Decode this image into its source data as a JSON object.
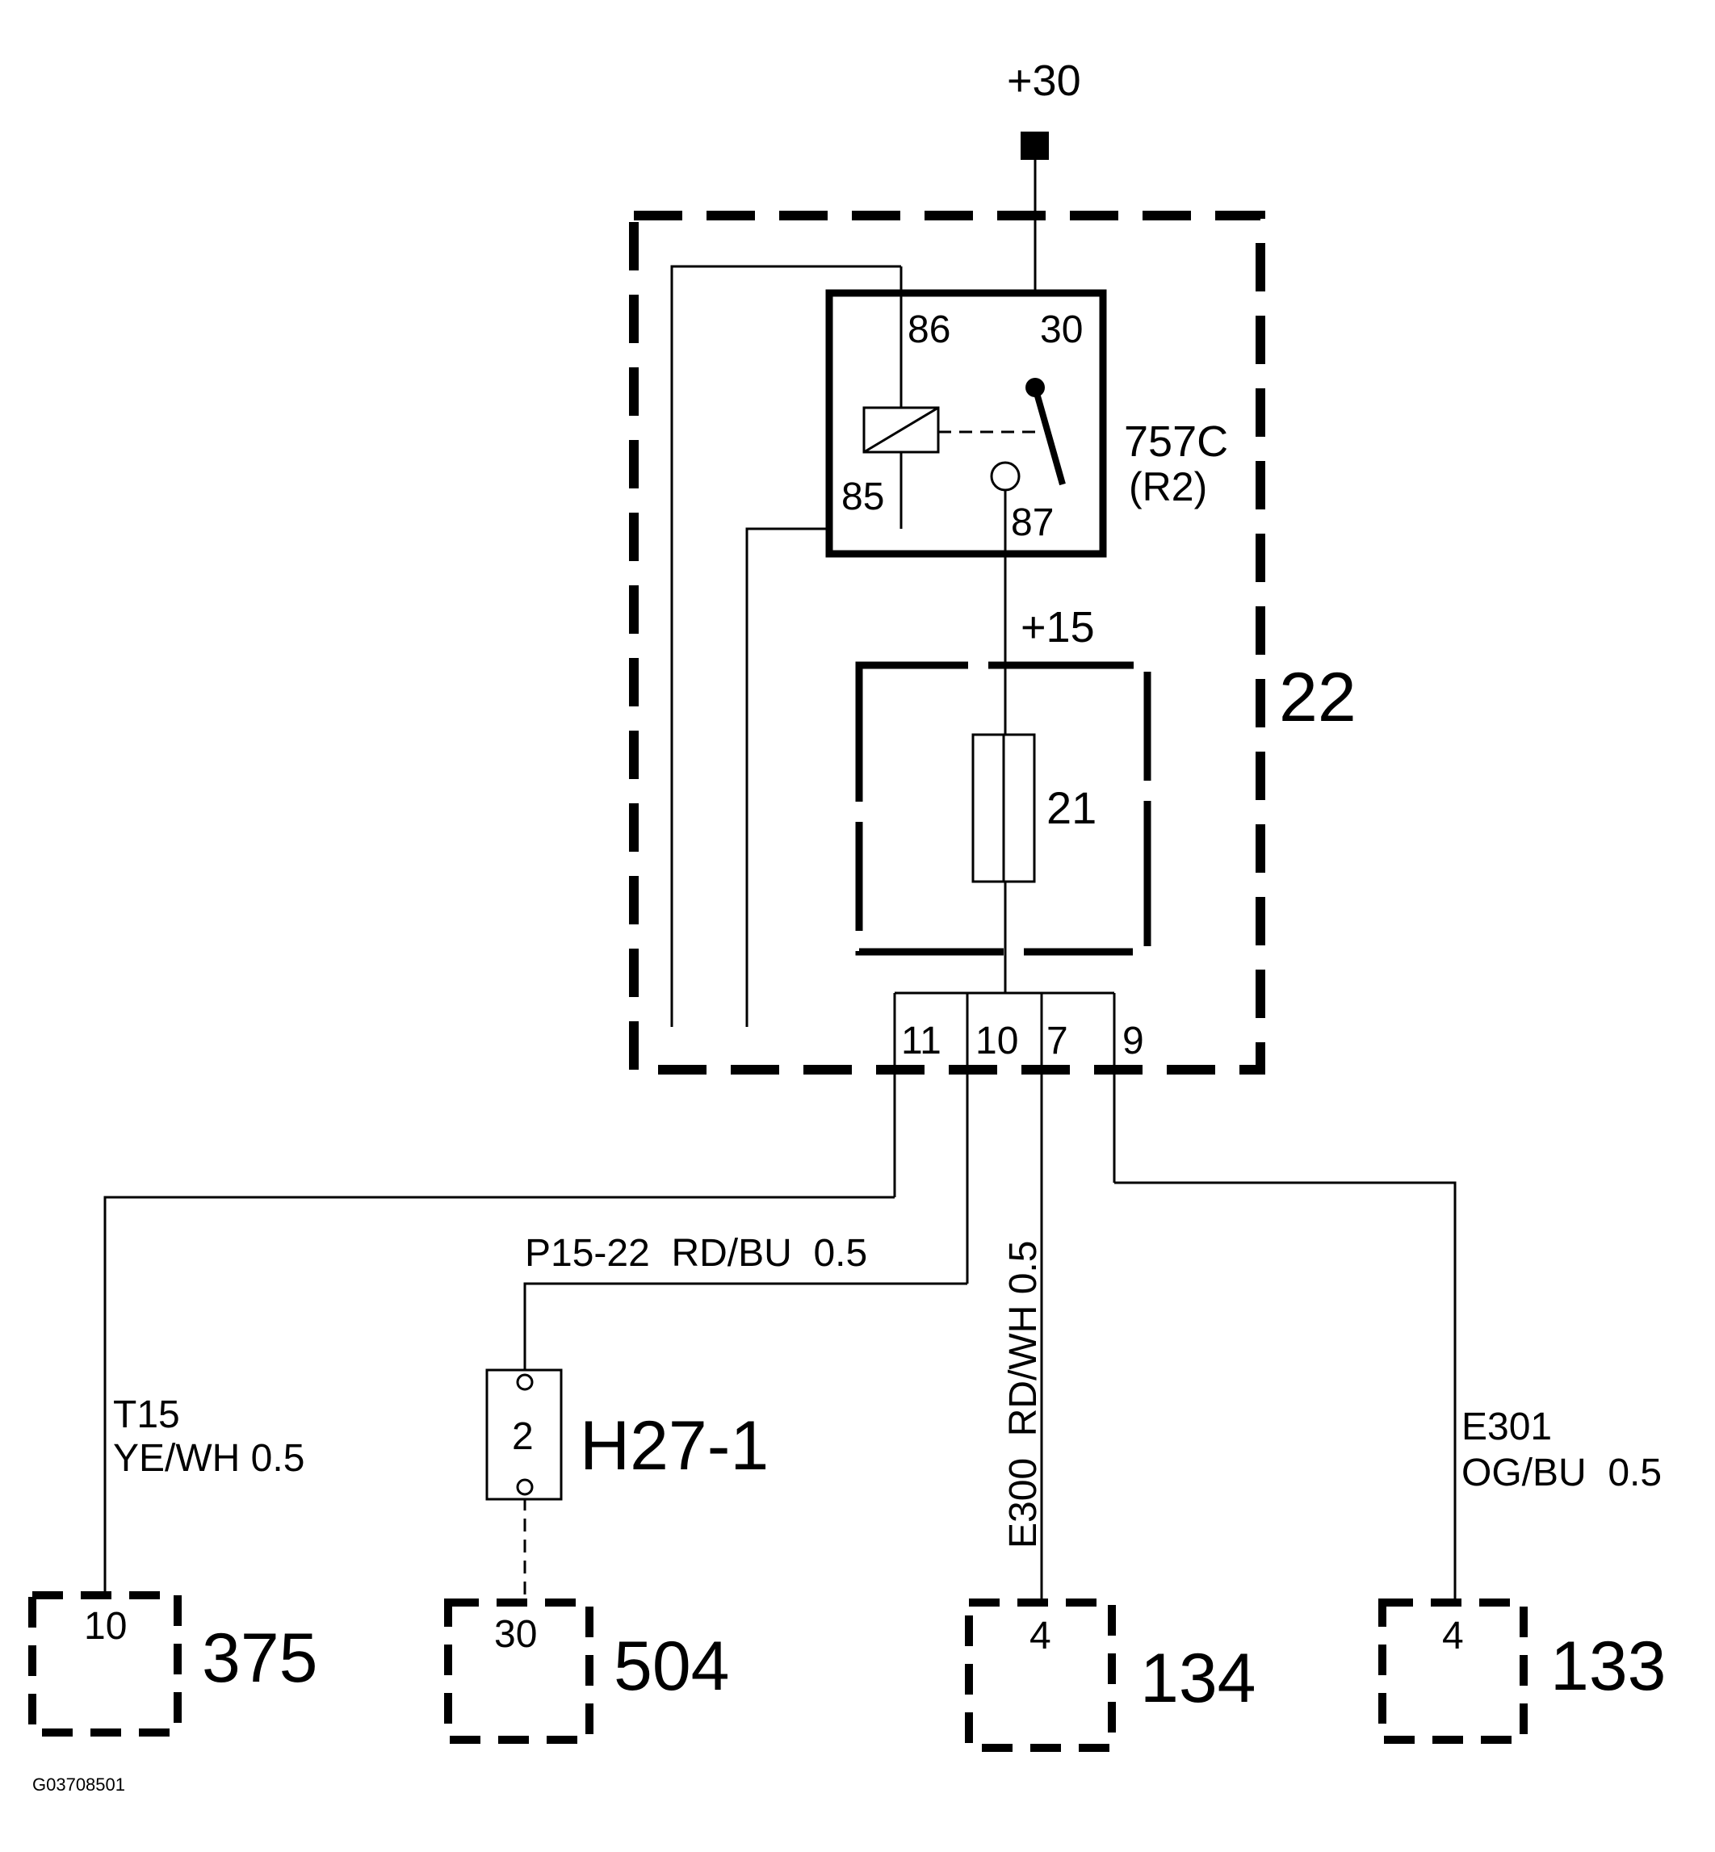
{
  "supply": {
    "b30": "+30",
    "b15": "+15"
  },
  "box22": {
    "label": "22"
  },
  "relay": {
    "name": "757C",
    "sub": "(R2)",
    "pin86": "86",
    "pin30": "30",
    "pin85": "85",
    "pin87": "87"
  },
  "fuse": {
    "label": "21"
  },
  "pins": {
    "p11": "11",
    "p10": "10",
    "p7": "7",
    "p9": "9"
  },
  "wires": {
    "t15_name": "T15",
    "t15_spec": "YE/WH 0.5",
    "p1522": "P15-22  RD/BU  0.5",
    "e300": "E300  RD/WH 0.5",
    "e301_name": "E301",
    "e301_spec": "OG/BU  0.5"
  },
  "h27": {
    "label": "H27-1",
    "pin": "2"
  },
  "connectors": {
    "c375": {
      "id": "375",
      "pin": "10"
    },
    "c504": {
      "id": "504",
      "pin": "30"
    },
    "c134": {
      "id": "134",
      "pin": "4"
    },
    "c133": {
      "id": "133",
      "pin": "4"
    }
  },
  "figure_id": "G03708501"
}
